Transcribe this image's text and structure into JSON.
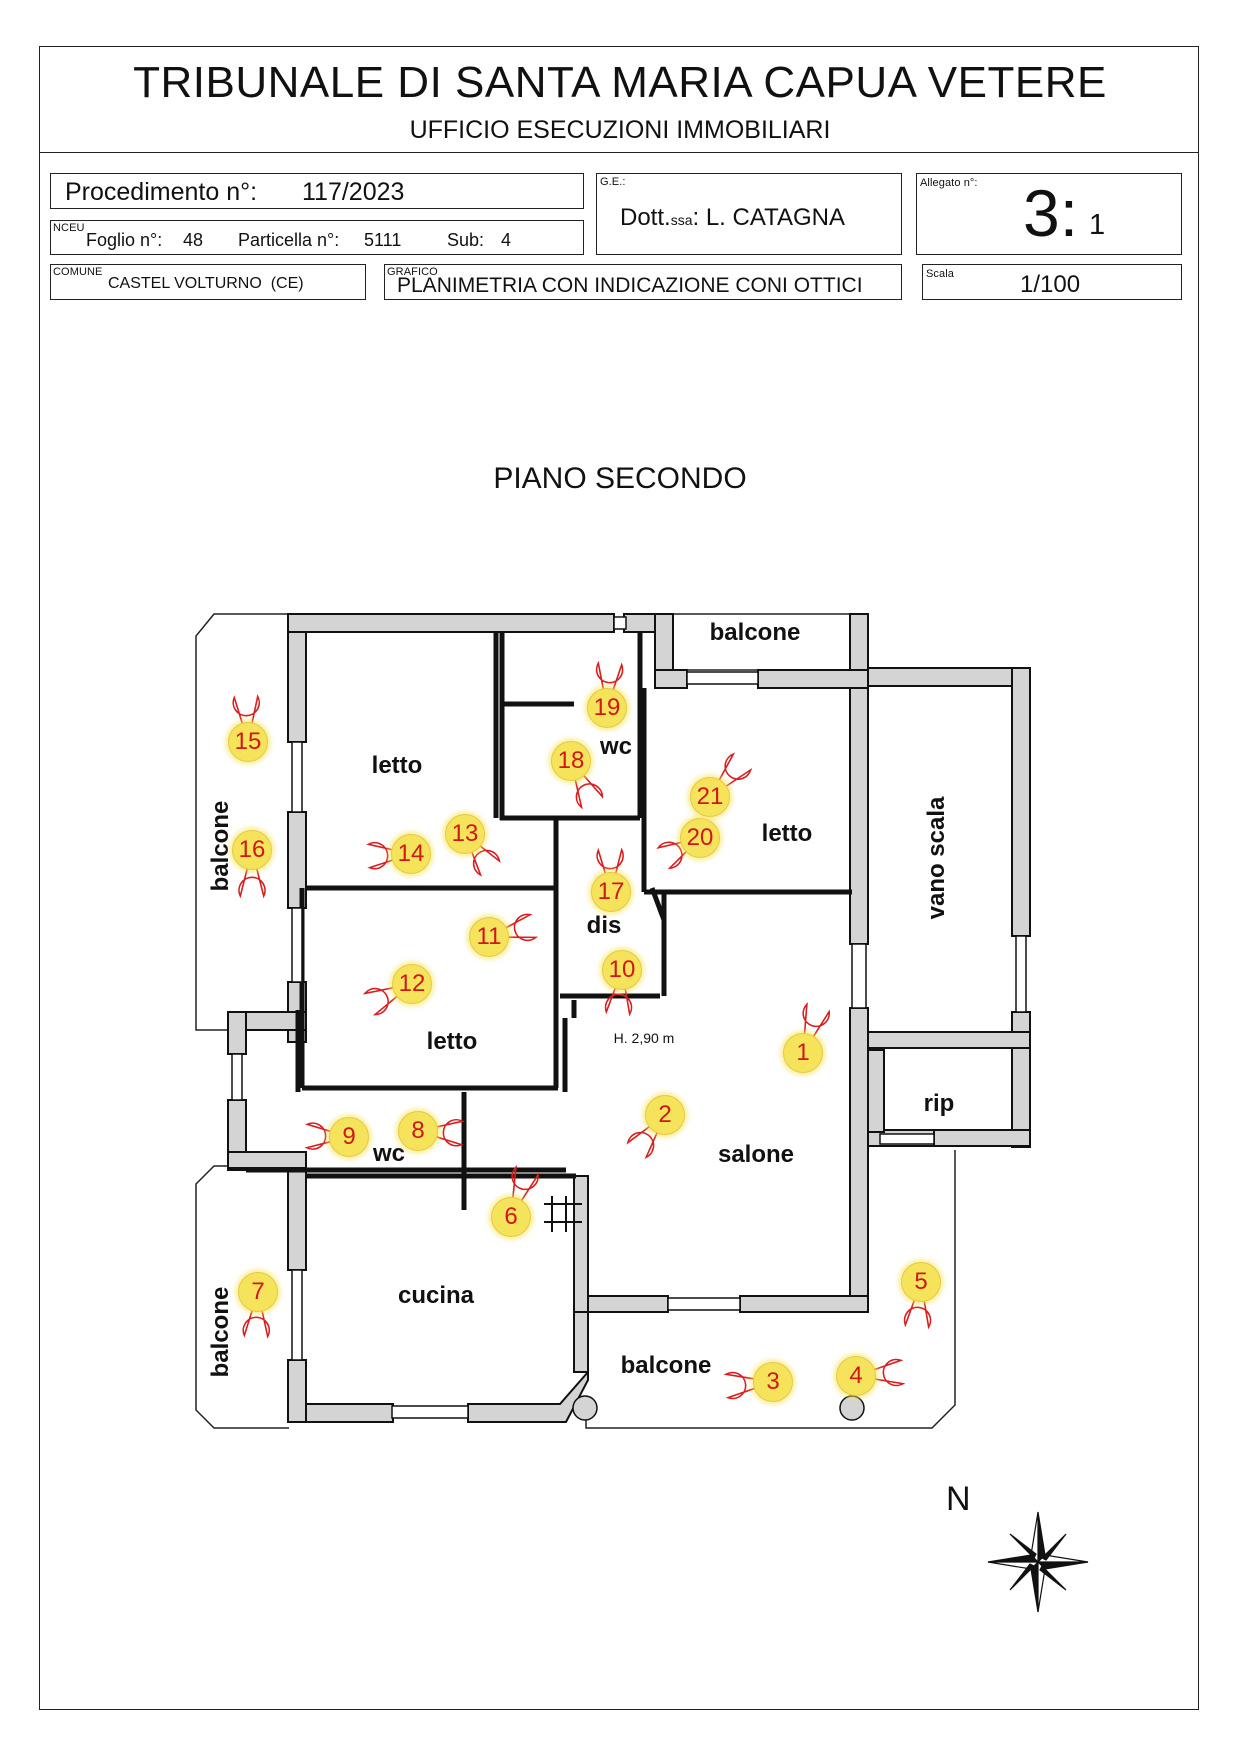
{
  "header": {
    "court": "TRIBUNALE DI SANTA MARIA CAPUA VETERE",
    "office": "UFFICIO ESECUZIONI IMMOBILIARI"
  },
  "form": {
    "procedimento_label": "Procedimento n°:",
    "procedimento_value": "117/2023",
    "nceu_caption": "NCEU",
    "foglio_label": "Foglio n°:",
    "foglio_value": "48",
    "particella_label": "Particella n°:",
    "particella_value": "5111",
    "sub_label": "Sub:",
    "sub_value": "4",
    "ge_caption": "G.E.:",
    "ge_prefix": "Dott.",
    "ge_prefix_small": "ssa",
    "ge_name": ": L. CATAGNA",
    "allegato_caption": "Allegato n°:",
    "allegato_main": "3:",
    "allegato_sub": "1",
    "comune_caption": "COMUNE",
    "comune_value": "CASTEL VOLTURNO  (CE)",
    "grafico_caption": "GRAFICO",
    "grafico_value": "PLANIMETRIA CON INDICAZIONE CONI OTTICI",
    "scala_caption": "Scala",
    "scala_value": "1/100"
  },
  "plan": {
    "title": "PIANO SECONDO",
    "height_note": "H. 2,90 m",
    "rooms": [
      {
        "label": "balcone"
      },
      {
        "label": "letto"
      },
      {
        "label": "wc"
      },
      {
        "label": "letto"
      },
      {
        "label": "vano scala"
      },
      {
        "label": "balcone"
      },
      {
        "label": "dis"
      },
      {
        "label": "letto"
      },
      {
        "label": "rip"
      },
      {
        "label": "wc"
      },
      {
        "label": "salone"
      },
      {
        "label": "cucina"
      },
      {
        "label": "balcone"
      },
      {
        "label": "balcone"
      }
    ],
    "markers": [
      "1",
      "2",
      "3",
      "4",
      "5",
      "6",
      "7",
      "8",
      "9",
      "10",
      "11",
      "12",
      "13",
      "14",
      "15",
      "16",
      "17",
      "18",
      "19",
      "20",
      "21"
    ]
  },
  "compass": {
    "north_label": "N"
  },
  "colors": {
    "wall_fill": "#d4d4d4",
    "wall_stroke": "#111111",
    "marker_fill": "#f5e35c",
    "marker_text": "#d01818",
    "cone_stroke": "#d81e1e"
  }
}
